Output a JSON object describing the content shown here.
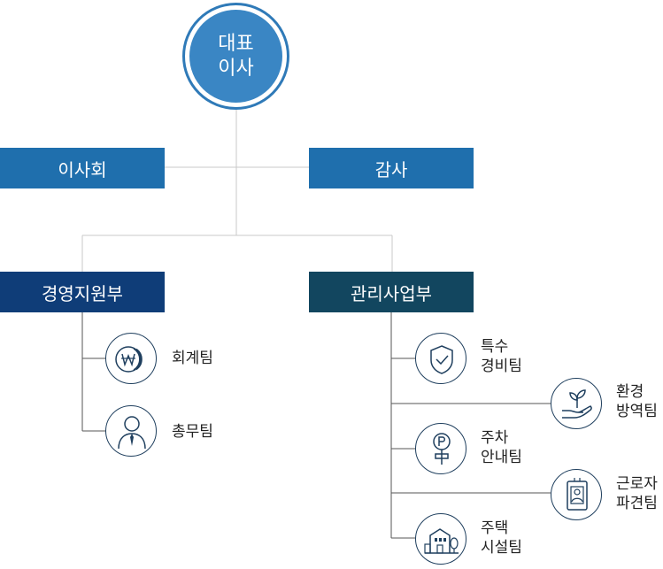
{
  "ceo": {
    "line1": "대표",
    "line2": "이사"
  },
  "board": {
    "label": "이사회"
  },
  "audit": {
    "label": "감사"
  },
  "dept_support": {
    "label": "경영지원부"
  },
  "dept_management": {
    "label": "관리사업부"
  },
  "teams": {
    "accounting": {
      "line1": "회계팀"
    },
    "general_affairs": {
      "line1": "총무팀"
    },
    "special_security": {
      "line1": "특수",
      "line2": "경비팀"
    },
    "environment": {
      "line1": "환경",
      "line2": "방역팀"
    },
    "parking": {
      "line1": "주차",
      "line2": "안내팀"
    },
    "dispatch": {
      "line1": "근로자",
      "line2": "파견팀"
    },
    "housing": {
      "line1": "주택",
      "line2": "시설팀"
    }
  },
  "colors": {
    "ceo_blue": "#3a86c4",
    "box_blue": "#1f6fad",
    "box_navy": "#0f3d78",
    "box_teal": "#12465f",
    "icon_stroke": "#1f3f5e",
    "connector": "#c8c8c8"
  },
  "icons": {
    "accounting": "won-coin-icon",
    "general_affairs": "person-tie-icon",
    "special_security": "shield-check-icon",
    "environment": "plant-hand-icon",
    "parking": "parking-sign-icon",
    "dispatch": "id-card-icon",
    "housing": "buildings-icon"
  }
}
